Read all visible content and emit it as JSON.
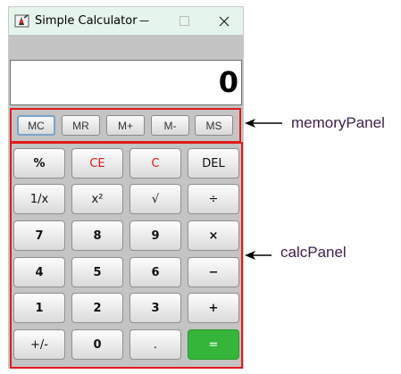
{
  "window": {
    "title": "Simple Calculator",
    "app_icon": "java-duke-icon",
    "controls": {
      "minimize": "—",
      "maximize": "☐",
      "close": "✕"
    }
  },
  "display": {
    "value": "0"
  },
  "memory_panel": {
    "buttons": [
      "MC",
      "MR",
      "M+",
      "M-",
      "MS"
    ]
  },
  "calc_panel": {
    "rows": [
      [
        "%",
        "CE",
        "C",
        "DEL"
      ],
      [
        "1/x",
        "x²",
        "√",
        "÷"
      ],
      [
        "7",
        "8",
        "9",
        "×"
      ],
      [
        "4",
        "5",
        "6",
        "−"
      ],
      [
        "1",
        "2",
        "3",
        "+"
      ],
      [
        "+/-",
        "0",
        ".",
        "="
      ]
    ],
    "colors": {
      "clear_text": "#e01b1b",
      "equals_bg": "#35b63a"
    }
  },
  "annotations": {
    "memory_label": "memoryPanel",
    "calc_label": "calcPanel",
    "outline_color": "#e01b1b"
  }
}
